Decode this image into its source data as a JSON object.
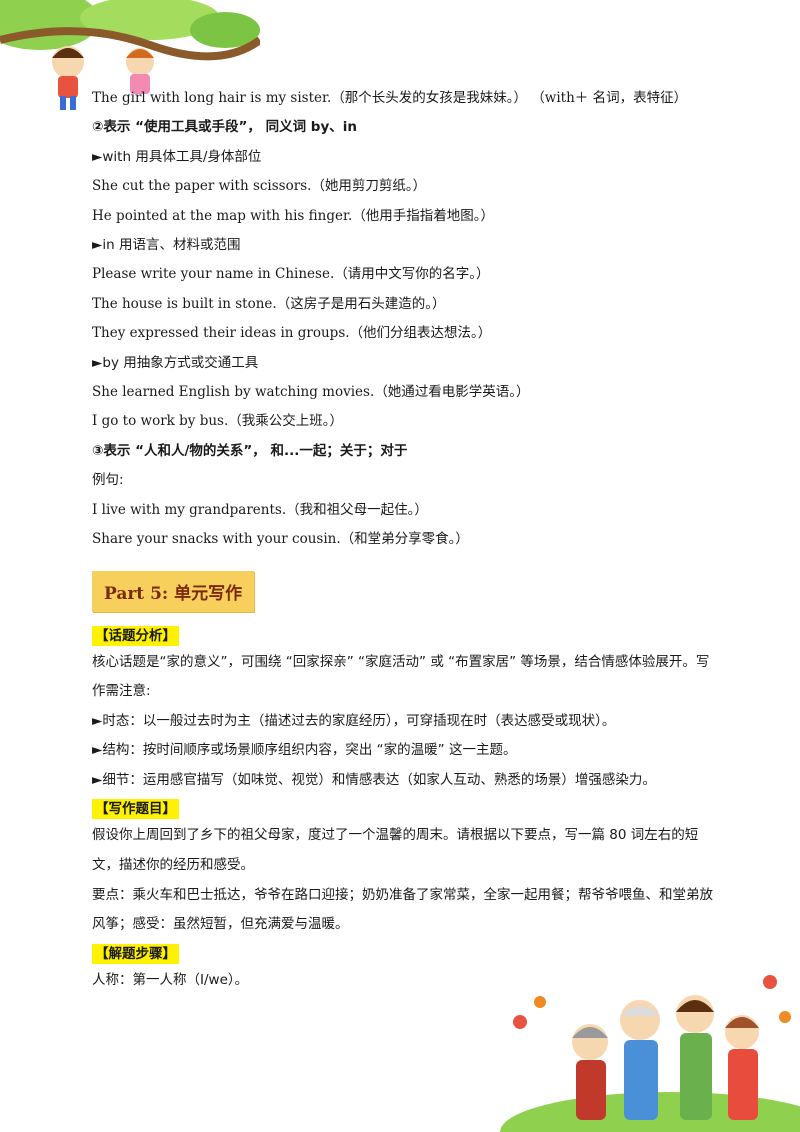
{
  "lines_top": [
    "The girl with long hair is my sister.（那个长头发的女孩是我妹妹。） （with＋ 名词，表特征）",
    "②表示 “使用工具或手段”， 同义词 by、in",
    "►with 用具体工具/身体部位",
    "She cut the paper with scissors.（她用剪刀剪纸。）",
    "He pointed at the map with his finger.（他用手指指着地图。）",
    "►in 用语言、材料或范围",
    "Please write your name in Chinese.（请用中文写你的名字。）",
    "The house is built in stone.（这房子是用石头建造的。）",
    "They expressed their ideas in groups.（他们分组表达想法。）",
    "►by 用抽象方式或交通工具",
    "She learned English by watching movies.（她通过看电影学英语。）",
    "I go to work by bus.（我乘公交上班。）",
    "③表示 “人和人/物的关系”， 和...一起；关于；对于",
    "例句:",
    "I live with my grandparents.（我和祖父母一起住。）",
    "Share your snacks with your cousin.（和堂弟分享零食。）"
  ],
  "part_title": "Part 5: 单元写作",
  "section1": {
    "tag": "【话题分析】",
    "intro": "核心话题是“家的意义”，可围绕 “回家探亲” “家庭活动” 或 “布置家居” 等场景，结合情感体验展开。写作需注意:",
    "points": [
      "►时态：以一般过去时为主（描述过去的家庭经历），可穿插现在时（表达感受或现状）。",
      "►结构：按时间顺序或场景顺序组织内容，突出 “家的温暖” 这一主题。",
      "►细节：运用感官描写（如味觉、视觉）和情感表达（如家人互动、熟悉的场景）增强感染力。"
    ]
  },
  "section2": {
    "tag": "【写作题目】",
    "prompt": "假设你上周回到了乡下的祖父母家，度过了一个温馨的周末。请根据以下要点，写一篇 80 词左右的短文，描述你的经历和感受。",
    "points": "要点：乘火车和巴士抵达，爷爷在路口迎接；奶奶准备了家常菜，全家一起用餐；帮爷爷喂鱼、和堂弟放风筝；感受：虽然短暂，但充满爱与温暖。"
  },
  "section3": {
    "tag": "【解题步骤】",
    "person": "人称：第一人称（I/we）。"
  },
  "colors": {
    "part_bg": "#f7cf5c",
    "tag_bg": "#fff200"
  }
}
